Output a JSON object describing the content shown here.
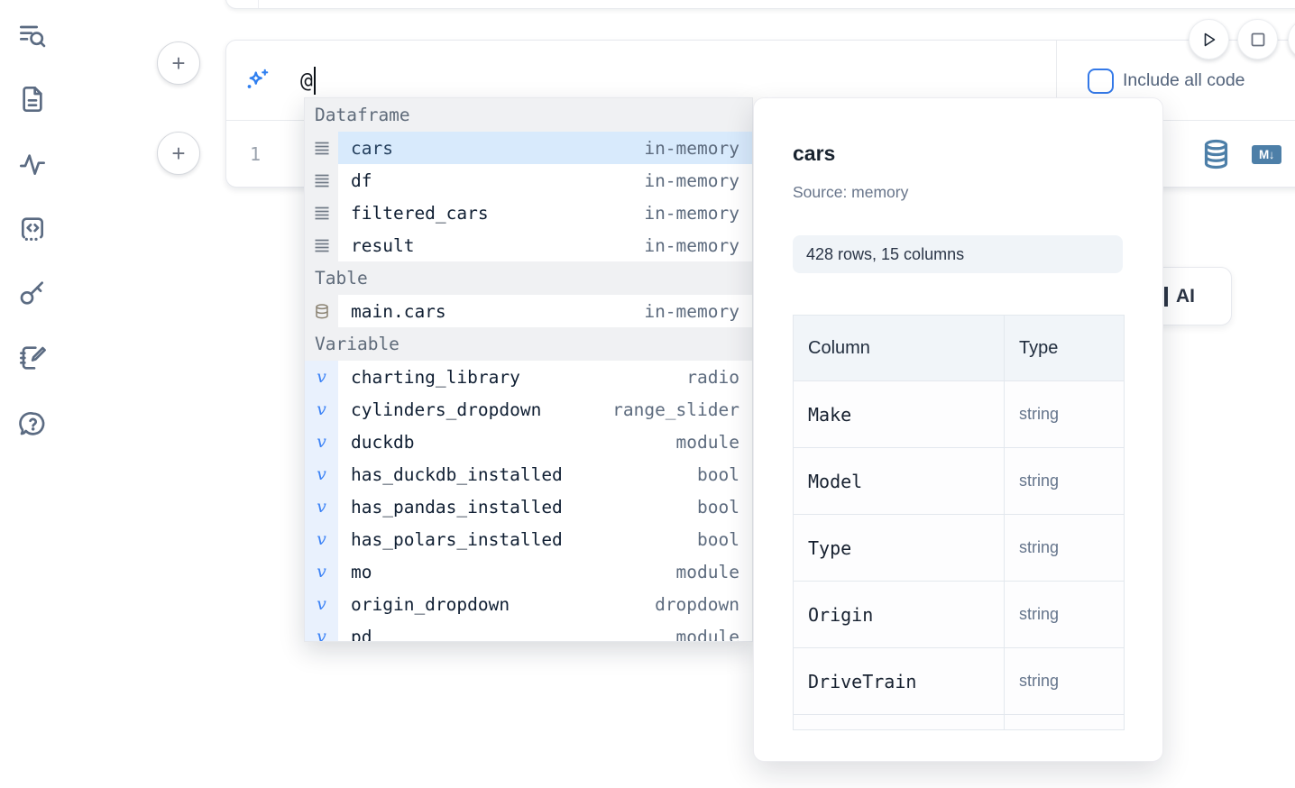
{
  "colors": {
    "accent": "#3b82f6",
    "selection_bg": "#d8eafc",
    "steel_blue": "#4d7fa8",
    "icon_gray": "#5b6b82"
  },
  "sidebar": {
    "items": [
      {
        "icon": "toc-search-icon"
      },
      {
        "icon": "file-icon"
      },
      {
        "icon": "activity-icon"
      },
      {
        "icon": "snippets-icon"
      },
      {
        "icon": "key-icon"
      },
      {
        "icon": "scratchpad-icon"
      },
      {
        "icon": "help-icon"
      }
    ]
  },
  "controls": {
    "play": "run",
    "stop": "stop"
  },
  "add_buttons": {
    "top": "+",
    "bottom": "+"
  },
  "cell": {
    "ai_prompt": {
      "value": "@",
      "include_all_code_label": "Include all code",
      "checkbox_checked": false
    },
    "editor": {
      "line_number": "1"
    },
    "markdown_badge": "M↓"
  },
  "autocomplete": {
    "sections": [
      {
        "label": "Dataframe",
        "items": [
          {
            "name": "cars",
            "type": "in-memory",
            "selected": true
          },
          {
            "name": "df",
            "type": "in-memory"
          },
          {
            "name": "filtered_cars",
            "type": "in-memory"
          },
          {
            "name": "result",
            "type": "in-memory"
          }
        ]
      },
      {
        "label": "Table",
        "items": [
          {
            "name": "main.cars",
            "type": "in-memory"
          }
        ]
      },
      {
        "label": "Variable",
        "items": [
          {
            "name": "charting_library",
            "type": "radio"
          },
          {
            "name": "cylinders_dropdown",
            "type": "range_slider"
          },
          {
            "name": "duckdb",
            "type": "module"
          },
          {
            "name": "has_duckdb_installed",
            "type": "bool"
          },
          {
            "name": "has_pandas_installed",
            "type": "bool"
          },
          {
            "name": "has_polars_installed",
            "type": "bool"
          },
          {
            "name": "mo",
            "type": "module"
          },
          {
            "name": "origin_dropdown",
            "type": "dropdown"
          },
          {
            "name": "pd",
            "type": "module"
          }
        ]
      }
    ],
    "var_glyph": "v"
  },
  "preview": {
    "title": "cars",
    "source": "Source: memory",
    "shape": "428 rows, 15 columns",
    "table": {
      "headers": [
        "Column",
        "Type"
      ],
      "rows": [
        [
          "Make",
          "string"
        ],
        [
          "Model",
          "string"
        ],
        [
          "Type",
          "string"
        ],
        [
          "Origin",
          "string"
        ],
        [
          "DriveTrain",
          "string"
        ]
      ]
    }
  },
  "hidden_button": {
    "visible_label": "AI"
  }
}
